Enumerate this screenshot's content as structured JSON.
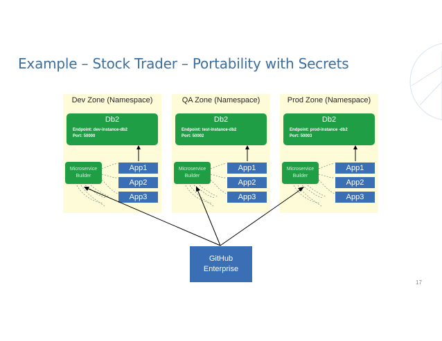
{
  "slide": {
    "title": "Example – Stock Trader – Portability with Secrets",
    "page_number": "17"
  },
  "zones": [
    {
      "title": "Dev Zone  (Namespace)",
      "db": {
        "name": "Db2",
        "endpoint": "Endpoint:    dev-instance-db2",
        "port": "Port: 50000"
      },
      "microservice_builder": [
        "Microservice",
        "Builder"
      ],
      "apps": [
        "App1",
        "App2",
        "App3"
      ]
    },
    {
      "title": "QA Zone  (Namespace)",
      "db": {
        "name": "Db2",
        "endpoint": "Endpoint:    test-instance-db2",
        "port": "Port: 50002"
      },
      "microservice_builder": [
        "Microservice",
        "Builder"
      ],
      "apps": [
        "App1",
        "App2",
        "App3"
      ]
    },
    {
      "title": "Prod Zone  (Namespace)",
      "db": {
        "name": "Db2",
        "endpoint": "Endpoint:    prod-instance -db2",
        "port": "Port: 50003"
      },
      "microservice_builder": [
        "Microservice",
        "Builder"
      ],
      "apps": [
        "App1",
        "App2",
        "App3"
      ]
    }
  ],
  "github": {
    "line1": "GitHub",
    "line2": "Enterprise"
  }
}
